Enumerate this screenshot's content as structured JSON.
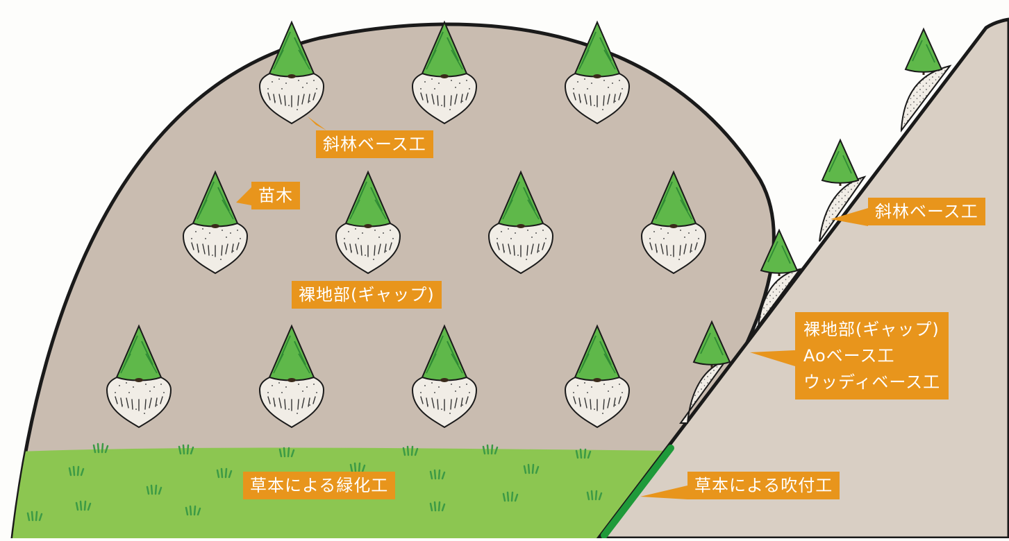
{
  "colors": {
    "background": "#fdfdfb",
    "ground": "#c9bcb0",
    "slope": "#d9cfc4",
    "grass": "#8cc651",
    "grass_tuft": "#3c9a45",
    "spray_line": "#1f9a3a",
    "tree_foliage": "#5fb84a",
    "tree_foliage_dark": "#2f8a34",
    "base_mat": "#f1ede6",
    "outline": "#1a1a1a",
    "label_bg": "#e8951c",
    "label_text": "#ffffff"
  },
  "icons": [
    "tree-seedling-icon",
    "base-mat-icon",
    "grass-tuft-icon"
  ],
  "labels": {
    "base_top": "斜林ベース工",
    "seedling": "苗木",
    "gap_mound": "裸地部(ギャップ)",
    "grass_greening": "草本による緑化工",
    "base_right": "斜林ベース工",
    "gap_right": [
      "裸地部(ギャップ)",
      "Aoベース工",
      "ウッディベース工"
    ],
    "spray": "草本による吹付工"
  }
}
